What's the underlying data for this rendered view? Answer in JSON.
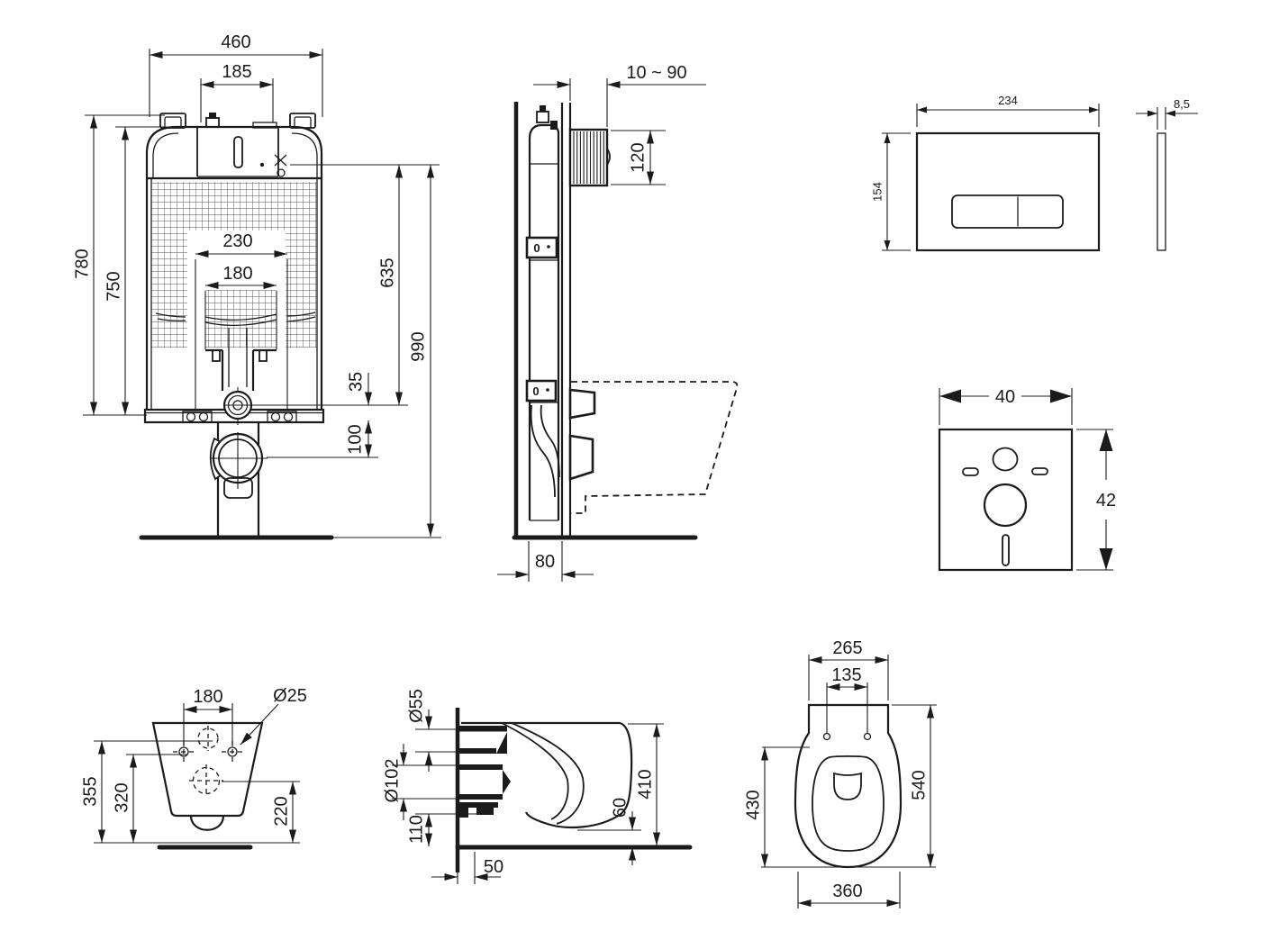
{
  "drawing": {
    "background": "#ffffff",
    "line_color": "#1b1b1b",
    "views": {
      "cistern_front": {
        "width": "460",
        "lid_width": "185",
        "frame_height": "780",
        "tank_height": "750",
        "rail_spacing": "230",
        "pipe_spacing": "180",
        "valve_height": "635",
        "total_height": "990",
        "bend_offset": "35",
        "outlet_drop": "100"
      },
      "cistern_side": {
        "wall_range": "10 ~ 90",
        "opening_height": "120",
        "frame_depth": "80",
        "level_marker_top": "0",
        "level_marker_bottom": "0"
      },
      "flush_plate": {
        "width": "234",
        "height": "154",
        "thickness": "8,5"
      },
      "insulation_mat": {
        "width": "40",
        "height": "42"
      },
      "bowl_rear": {
        "hole_spacing": "180",
        "hole_diameter": "Ø25",
        "overall_height": "355",
        "hole_height": "320",
        "outlet_height": "220"
      },
      "bowl_side": {
        "inlet_diameter": "Ø55",
        "outlet_diameter": "Ø102",
        "outlet_axis_height": "110",
        "wall_offset": "50",
        "rim_gap": "60",
        "height": "410"
      },
      "bowl_top": {
        "rear_width": "265",
        "hole_spacing": "135",
        "bowl_length": "430",
        "overall_length": "540",
        "width": "360"
      }
    }
  }
}
